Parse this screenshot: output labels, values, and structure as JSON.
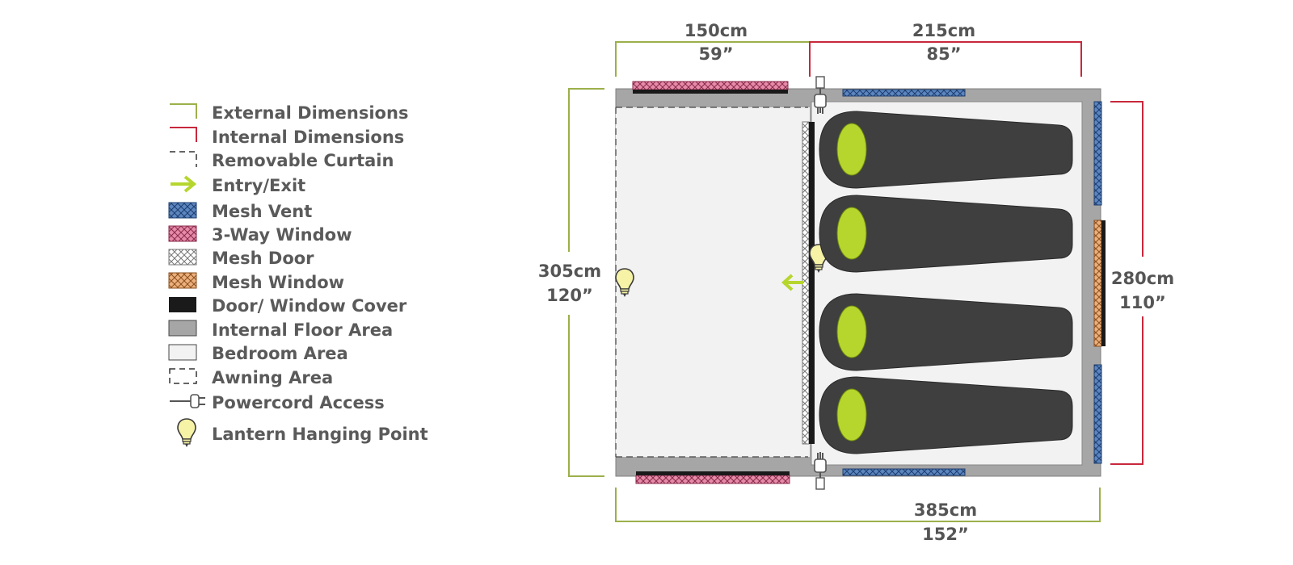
{
  "legend": {
    "external_dimensions": "External Dimensions",
    "internal_dimensions": "Internal Dimensions",
    "removable_curtain": "Removable Curtain",
    "entry_exit": "Entry/Exit",
    "mesh_vent": "Mesh Vent",
    "three_way_window": "3-Way Window",
    "mesh_door": "Mesh Door",
    "mesh_window": "Mesh Window",
    "door_window_cover": "Door/ Window Cover",
    "internal_floor_area": "Internal Floor Area",
    "bedroom_area": "Bedroom Area",
    "awning_area": "Awning Area",
    "powercord_access": "Powercord Access",
    "lantern_hanging_point": "Lantern Hanging Point"
  },
  "dimensions": {
    "awning_width_cm": "150cm",
    "awning_width_in": "59”",
    "bedroom_width_cm": "215cm",
    "bedroom_width_in": "85”",
    "external_height_cm": "305cm",
    "external_height_in": "120”",
    "internal_height_cm": "280cm",
    "internal_height_in": "110”",
    "total_length_cm": "385cm",
    "total_length_in": "152”"
  },
  "colors": {
    "external": "#9bb04a",
    "internal": "#c8283c",
    "mesh_vent": "#4a7ab8",
    "three_way_window": "#e07a9c",
    "mesh_window": "#e6a46a",
    "cover": "#1a1a1a",
    "floor": "#a6a6a6",
    "bedroom": "#f2f2f2",
    "sleeping_bag": "#3f3f3f",
    "sleeping_bag_head": "#b6d62e",
    "arrow": "#b6d62e",
    "lantern": "#f5f0a0"
  },
  "sleeping_bags": [
    1,
    2,
    3,
    4
  ]
}
